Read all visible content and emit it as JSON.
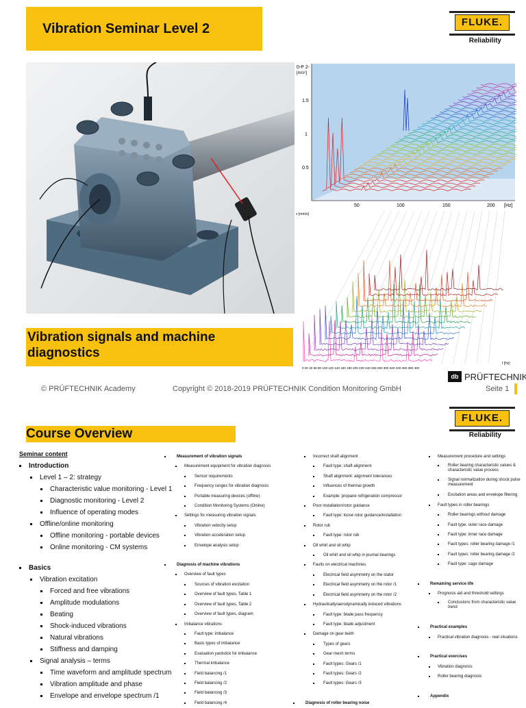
{
  "slide1": {
    "title": "Vibration Seminar Level 2",
    "brand": {
      "name": "FLUKE.",
      "tagline": "Reliability"
    },
    "subtitle_line1": "Vibration signals and machine",
    "subtitle_line2": "diagnostics",
    "chart_top": {
      "ylabel": "0-P 2-",
      "yunit": "[m/s²]",
      "yticks": [
        "1.5",
        "1",
        "0.5"
      ],
      "xticks": [
        "50",
        "100",
        "150",
        "200"
      ],
      "xunit": "[Hz]"
    },
    "chart_bottom": {
      "ylabel": "v [mm/s]",
      "xunit": "f [Hz]",
      "xticks": "0  20  40  60  80  100 120 140 160 180 200 220 240 260 280 300 320 340 360 380 400"
    },
    "footer_left": "© PRÜFTECHNIK Academy",
    "footer_mid": "Copyright © 2018-2019 PRÜFTECHNIK Condition Monitoring GmbH",
    "footer_right": "Seite 1",
    "pruf_logo": "db",
    "pruf_name": "PRÜFTECHNIK",
    "colors": {
      "accent": "#f8c10f"
    }
  },
  "slide2": {
    "title": "Course Overview",
    "brand": {
      "name": "FLUKE.",
      "tagline": "Reliability"
    },
    "col1_heading": "Seminar content",
    "col1": [
      {
        "lvl": 1,
        "text": "Introduction"
      },
      {
        "lvl": 2,
        "text": "Level 1 – 2: strategy"
      },
      {
        "lvl": 3,
        "text": "Characteristic value monitoring - Level 1"
      },
      {
        "lvl": 3,
        "text": "Diagnostic monitoring - Level 2"
      },
      {
        "lvl": 3,
        "text": "Influence of operating modes"
      },
      {
        "lvl": 2,
        "text": "Offline/online monitoring"
      },
      {
        "lvl": 3,
        "text": "Offline monitoring - portable devices"
      },
      {
        "lvl": 3,
        "text": "Online monitoring - CM systems"
      },
      {
        "lvl": 0
      },
      {
        "lvl": 1,
        "text": "Basics"
      },
      {
        "lvl": 2,
        "text": "Vibration excitation"
      },
      {
        "lvl": 3,
        "text": "Forced and free vibrations"
      },
      {
        "lvl": 3,
        "text": "Amplitude modulations"
      },
      {
        "lvl": 3,
        "text": "Beating"
      },
      {
        "lvl": 3,
        "text": "Shock-induced vibrations"
      },
      {
        "lvl": 3,
        "text": "Natural vibrations"
      },
      {
        "lvl": 3,
        "text": "Stiffness and damping"
      },
      {
        "lvl": 2,
        "text": "Signal analysis – terms"
      },
      {
        "lvl": 3,
        "text": "Time waveform and amplitude spectrum"
      },
      {
        "lvl": 3,
        "text": "Vibration amplitude and phase"
      },
      {
        "lvl": 3,
        "text": "Envelope and envelope spectrum /1"
      }
    ],
    "col2": [
      {
        "lvl": 1,
        "text": "Measurement of vibration signals"
      },
      {
        "lvl": 2,
        "text": "Measurement equipment for vibration diagnosis"
      },
      {
        "lvl": 3,
        "text": "Sensor requirements"
      },
      {
        "lvl": 3,
        "text": "Frequency ranges for vibration diagnosis"
      },
      {
        "lvl": 3,
        "text": "Portable measuring devices (offline)"
      },
      {
        "lvl": 3,
        "text": "Condition Monitoring Systems (Online)"
      },
      {
        "lvl": 2,
        "text": "Settings for measuring vibration signals"
      },
      {
        "lvl": 3,
        "text": "Vibration velocity setup"
      },
      {
        "lvl": 3,
        "text": "Vibration acceleration setup"
      },
      {
        "lvl": 3,
        "text": "Envelope analysis setup"
      },
      {
        "lvl": 0
      },
      {
        "lvl": 1,
        "text": "Diagnosis of machine vibrations"
      },
      {
        "lvl": 2,
        "text": "Overview of fault types"
      },
      {
        "lvl": 3,
        "text": "Sources of vibration excitation"
      },
      {
        "lvl": 3,
        "text": "Overview of fault types, Table 1"
      },
      {
        "lvl": 3,
        "text": "Overview of fault types, Table 2"
      },
      {
        "lvl": 3,
        "text": "Overview of fault types, diagram"
      },
      {
        "lvl": 2,
        "text": "Imbalance vibrations"
      },
      {
        "lvl": 3,
        "text": "Fault type: imbalance"
      },
      {
        "lvl": 3,
        "text": "Basic types of imbalance"
      },
      {
        "lvl": 3,
        "text": "Evaluation yardstick for imbalance"
      },
      {
        "lvl": 3,
        "text": "Thermal imbalance"
      },
      {
        "lvl": 3,
        "text": "Field balancing /1"
      },
      {
        "lvl": 3,
        "text": "Field balancing /2"
      },
      {
        "lvl": 3,
        "text": "Field balancing /3"
      },
      {
        "lvl": 3,
        "text": "Field balancing /4"
      }
    ],
    "col3": [
      {
        "lvl": 2,
        "text": "Incorrect shaft alignment"
      },
      {
        "lvl": 3,
        "text": "Fault type: shaft alignment"
      },
      {
        "lvl": 3,
        "text": "Shaft alignment: alignment tolerances"
      },
      {
        "lvl": 3,
        "text": "Influences of thermal growth"
      },
      {
        "lvl": 3,
        "text": "Example: propane refrigeration compressor"
      },
      {
        "lvl": 2,
        "text": "Poor installation/rotor guidance"
      },
      {
        "lvl": 3,
        "text": "Fault type: loose rotor guidance/installation"
      },
      {
        "lvl": 2,
        "text": "Rotor rub"
      },
      {
        "lvl": 3,
        "text": "Fault type: rotor rub"
      },
      {
        "lvl": 2,
        "text": "Oil whirl and oil whip"
      },
      {
        "lvl": 3,
        "text": "Oil whirl and oil whip in journal bearings"
      },
      {
        "lvl": 2,
        "text": "Faults on electrical machines"
      },
      {
        "lvl": 3,
        "text": "Electrical field asymmetry on the stator"
      },
      {
        "lvl": 3,
        "text": "Electrical field asymmetry on the rotor /1"
      },
      {
        "lvl": 3,
        "text": "Electrical field asymmetry on the rotor /2"
      },
      {
        "lvl": 2,
        "text": "Hydraulically/aerodynamically induced vibrations"
      },
      {
        "lvl": 3,
        "text": "Fault type: blade pass frequency"
      },
      {
        "lvl": 3,
        "text": "Fault type: blade adjustment"
      },
      {
        "lvl": 2,
        "text": "Damage on gear teeth"
      },
      {
        "lvl": 3,
        "text": "Types of gears"
      },
      {
        "lvl": 3,
        "text": "Gear mesh terms"
      },
      {
        "lvl": 3,
        "text": "Fault types: Gears /1"
      },
      {
        "lvl": 3,
        "text": "Fault types: Gears /2"
      },
      {
        "lvl": 3,
        "text": "Fault types: Gears /3"
      },
      {
        "lvl": 0
      },
      {
        "lvl": 1,
        "text": "Diagnosis of roller bearing noise"
      }
    ],
    "col4": [
      {
        "lvl": 2,
        "text": "Measurement procedure and settings"
      },
      {
        "lvl": 3,
        "text": "Roller bearing characteristic values & characteristic value process",
        "wrap": true
      },
      {
        "lvl": 3,
        "text": "Signal normalization during shock pulse measurement",
        "wrap": true
      },
      {
        "lvl": 3,
        "text": "Excitation areas and envelope filtering"
      },
      {
        "lvl": 2,
        "text": "Fault types in roller bearings"
      },
      {
        "lvl": 3,
        "text": "Roller bearings without damage"
      },
      {
        "lvl": 3,
        "text": "Fault type: outer race damage"
      },
      {
        "lvl": 3,
        "text": "Fault type: inner race damage"
      },
      {
        "lvl": 3,
        "text": "Fault types: roller bearing damage /1"
      },
      {
        "lvl": 3,
        "text": "Fault types: roller bearing damage /2"
      },
      {
        "lvl": 3,
        "text": "Fault type: cage damage"
      },
      {
        "lvl": 0
      },
      {
        "lvl": 1,
        "text": "Remaining service life"
      },
      {
        "lvl": 2,
        "text": "Prognosis aid and threshold settings"
      },
      {
        "lvl": 3,
        "text": "Conclusions from characteristic value trend",
        "wrap": true
      },
      {
        "lvl": 0
      },
      {
        "lvl": 1,
        "text": "Practical examples"
      },
      {
        "lvl": 2,
        "text": "Practical vibration diagnosis - real situations"
      },
      {
        "lvl": 0
      },
      {
        "lvl": 1,
        "text": "Practical exercises"
      },
      {
        "lvl": 2,
        "text": "Vibration diagnosis"
      },
      {
        "lvl": 2,
        "text": "Roller bearing diagnosis"
      },
      {
        "lvl": 0
      },
      {
        "lvl": 1,
        "text": "Appendix"
      }
    ]
  }
}
